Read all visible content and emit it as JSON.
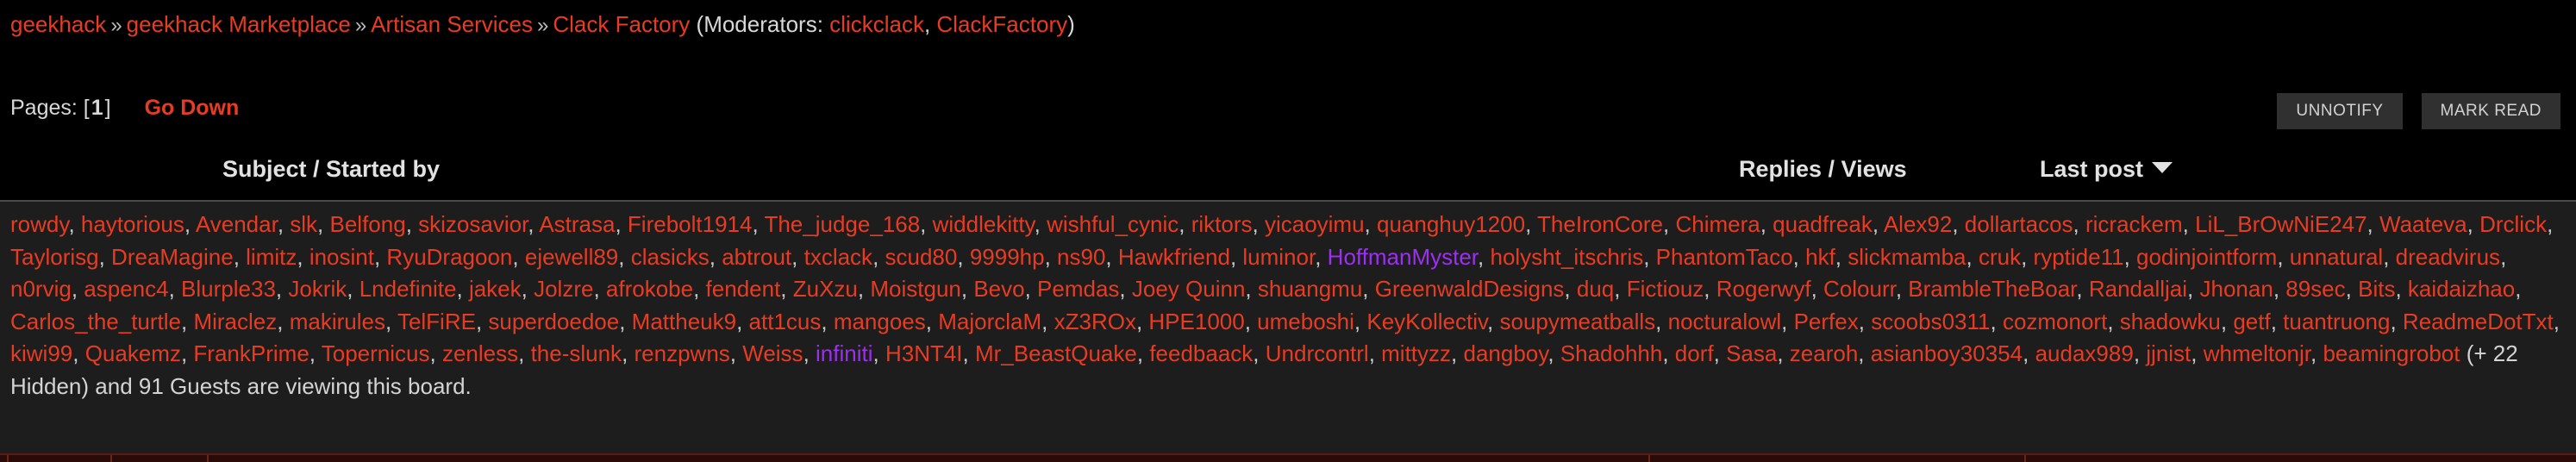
{
  "breadcrumb": {
    "separator": "»",
    "items": [
      {
        "label": "geekhack"
      },
      {
        "label": "geekhack Marketplace"
      },
      {
        "label": "Artisan Services"
      },
      {
        "label": "Clack Factory"
      }
    ],
    "moderators_prefix": "(Moderators:",
    "moderators": [
      "clickclack",
      "ClackFactory"
    ],
    "moderators_suffix": ")"
  },
  "pagination": {
    "label": "Pages:",
    "open_bracket": "[",
    "current": "1",
    "close_bracket": "]",
    "go_down": "Go Down"
  },
  "toolbar": {
    "unnotify_label": "UNNOTIFY",
    "mark_read_label": "MARK READ"
  },
  "table_headers": {
    "subject": "Subject / Started by",
    "replies_views": "Replies / Views",
    "last_post": "Last post",
    "sort_icon": "chevron-down-icon"
  },
  "whos_viewing": {
    "users": [
      "rowdy",
      "haytorious",
      "Avendar",
      "slk",
      "Belfong",
      "skizosavior",
      "Astrasa",
      "Firebolt1914",
      "The_judge_168",
      "widdlekitty",
      "wishful_cynic",
      "riktors",
      "yicaoyimu",
      "quanghuy1200",
      "TheIronCore",
      "Chimera",
      "quadfreak",
      "Alex92",
      "dollartacos",
      "ricrackem",
      "LiL_BrOwNiE247",
      "Waateva",
      "Drclick",
      "Taylorisg",
      "DreaMagine",
      "limitz",
      "inosint",
      "RyuDragoon",
      "ejewell89",
      "clasicks",
      "abtrout",
      "txclack",
      "scud80",
      "9999hp",
      "ns90",
      "Hawkfriend",
      "luminor",
      "HoffmanMyster",
      "holysht_itschris",
      "PhantomTaco",
      "hkf",
      "slickmamba",
      "cruk",
      "ryptide11",
      "godinjointform",
      "unnatural",
      "dreadvirus",
      "n0rvig",
      "aspenc4",
      "Blurple33",
      "Jokrik",
      "Lndefinite",
      "jakek",
      "Jolzre",
      "afrokobe",
      "fendent",
      "ZuXzu",
      "Moistgun",
      "Bevo",
      "Pemdas",
      "Joey Quinn",
      "shuangmu",
      "GreenwaldDesigns",
      "duq",
      "Fictiouz",
      "Rogerwyf",
      "Colourr",
      "BrambleTheBoar",
      "Randalljai",
      "Jhonan",
      "89sec",
      "Bits",
      "kaidaizhao",
      "Carlos_the_turtle",
      "Miraclez",
      "makirules",
      "TelFiRE",
      "superdoedoe",
      "Mattheuk9",
      "att1cus",
      "mangoes",
      "MajorclaM",
      "xZ3ROx",
      "HPE1000",
      "umeboshi",
      "KeyKollectiv",
      "soupymeatballs",
      "nocturalowl",
      "Perfex",
      "scoobs0311",
      "cozmonort",
      "shadowku",
      "getf",
      "tuantruong",
      "ReadmeDotTxt",
      "kiwi99",
      "Quakemz",
      "FrankPrime",
      "Topernicus",
      "zenless",
      "the-slunk",
      "renzpwns",
      "Weiss",
      "infiniti",
      "H3NT4I",
      "Mr_BeastQuake",
      "feedbaack",
      "Undrcontrl",
      "mittyzz",
      "dangboy",
      "Shadohhh",
      "dorf",
      "Sasa",
      "zearoh",
      "asianboy30354",
      "audax989",
      "jjnist",
      "whmeltonjr",
      "beamingrobot"
    ],
    "highlighted_users": [
      "HoffmanMyster",
      "infiniti"
    ],
    "tail_text": "(+ 22 Hidden) and 91 Guests are viewing this board.",
    "hidden_count": 22,
    "guest_count": 91
  },
  "colors": {
    "link": "#e83c22",
    "highlight_user": "#9d2ff0",
    "text": "#d4d4d4",
    "panel_bg": "#1d1d1d",
    "page_bg": "#000000",
    "button_bg": "#303030"
  }
}
